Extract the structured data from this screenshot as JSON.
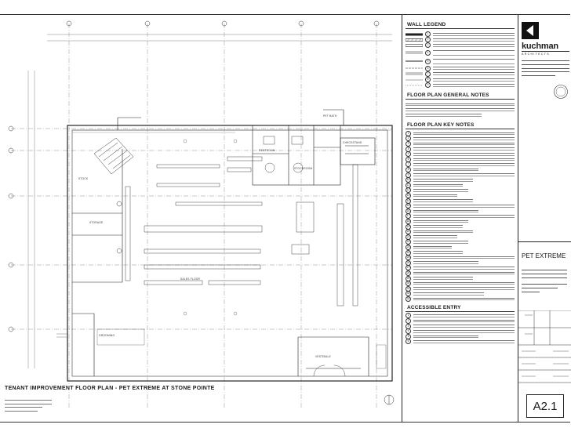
{
  "plan": {
    "title": "TENANT IMPROVEMENT FLOOR PLAN - PET EXTREME AT STONE POINTE",
    "rooms": [
      "STOCK",
      "STORAGE",
      "SALES FLOOR",
      "VESTIBULE",
      "RESTROOM",
      "STOCKROOM",
      "CHECKSTAND",
      "PET BATH",
      "GROOMING"
    ]
  },
  "panel": {
    "wall_legend": "WALL LEGEND",
    "general_notes": "FLOOR PLAN GENERAL NOTES",
    "key_notes": "FLOOR PLAN KEY NOTES",
    "accessible_entry": "ACCESSIBLE ENTRY"
  },
  "titleblock": {
    "firm": "kuchman",
    "firm_sub": "ARCHITECTS",
    "project": "PET EXTREME",
    "sheet": "A2.1"
  }
}
